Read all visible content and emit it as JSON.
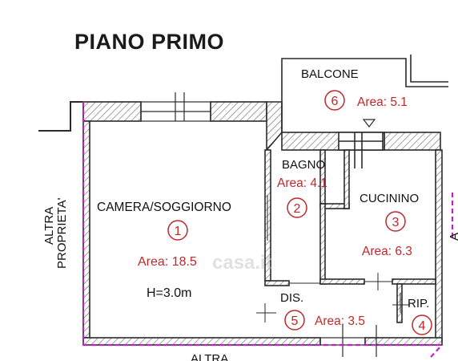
{
  "floor_title": "PIANO PRIMO",
  "outside": {
    "left_label_1": "ALTRA",
    "left_label_2": "PROPRIETA'",
    "bottom_label": "ALTRA",
    "right_label": "A"
  },
  "rooms": [
    {
      "name": "CAMERA/SOGGIORNO",
      "number": "1",
      "area": "Area: 18.5",
      "height": "H=3.0m"
    },
    {
      "name": "BAGNO",
      "number": "2",
      "area": "Area: 4.1"
    },
    {
      "name": "CUCININO",
      "number": "3",
      "area": "Area: 6.3"
    },
    {
      "name": "RIP.",
      "number": "4"
    },
    {
      "name": "DIS.",
      "number": "5",
      "area": "Area: 3.5"
    },
    {
      "name": "BALCONE",
      "number": "6",
      "area": "Area: 5.1"
    }
  ],
  "watermark": "casa.it",
  "colors": {
    "wall": "#2b2b2b",
    "hatch": "#8c8c8c",
    "red": "#c0282c",
    "boundary": "#c21fc7"
  }
}
